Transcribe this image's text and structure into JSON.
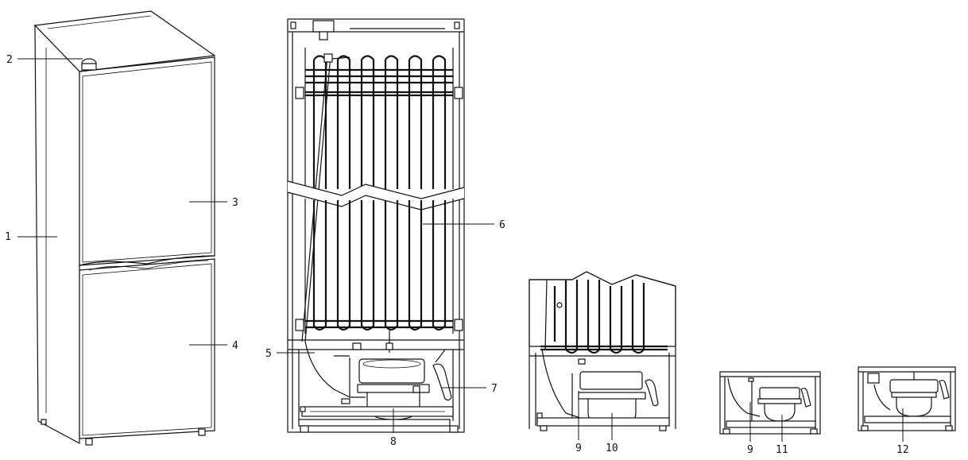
{
  "callouts": [
    {
      "id": "c1",
      "label": "1"
    },
    {
      "id": "c2",
      "label": "2"
    },
    {
      "id": "c3",
      "label": "3"
    },
    {
      "id": "c4",
      "label": "4"
    },
    {
      "id": "c5",
      "label": "5"
    },
    {
      "id": "c6",
      "label": "6"
    },
    {
      "id": "c7",
      "label": "7"
    },
    {
      "id": "c8",
      "label": "8"
    },
    {
      "id": "c9a",
      "label": "9"
    },
    {
      "id": "c10",
      "label": "10"
    },
    {
      "id": "c9b",
      "label": "9"
    },
    {
      "id": "c11",
      "label": "11"
    },
    {
      "id": "c12",
      "label": "12"
    }
  ]
}
